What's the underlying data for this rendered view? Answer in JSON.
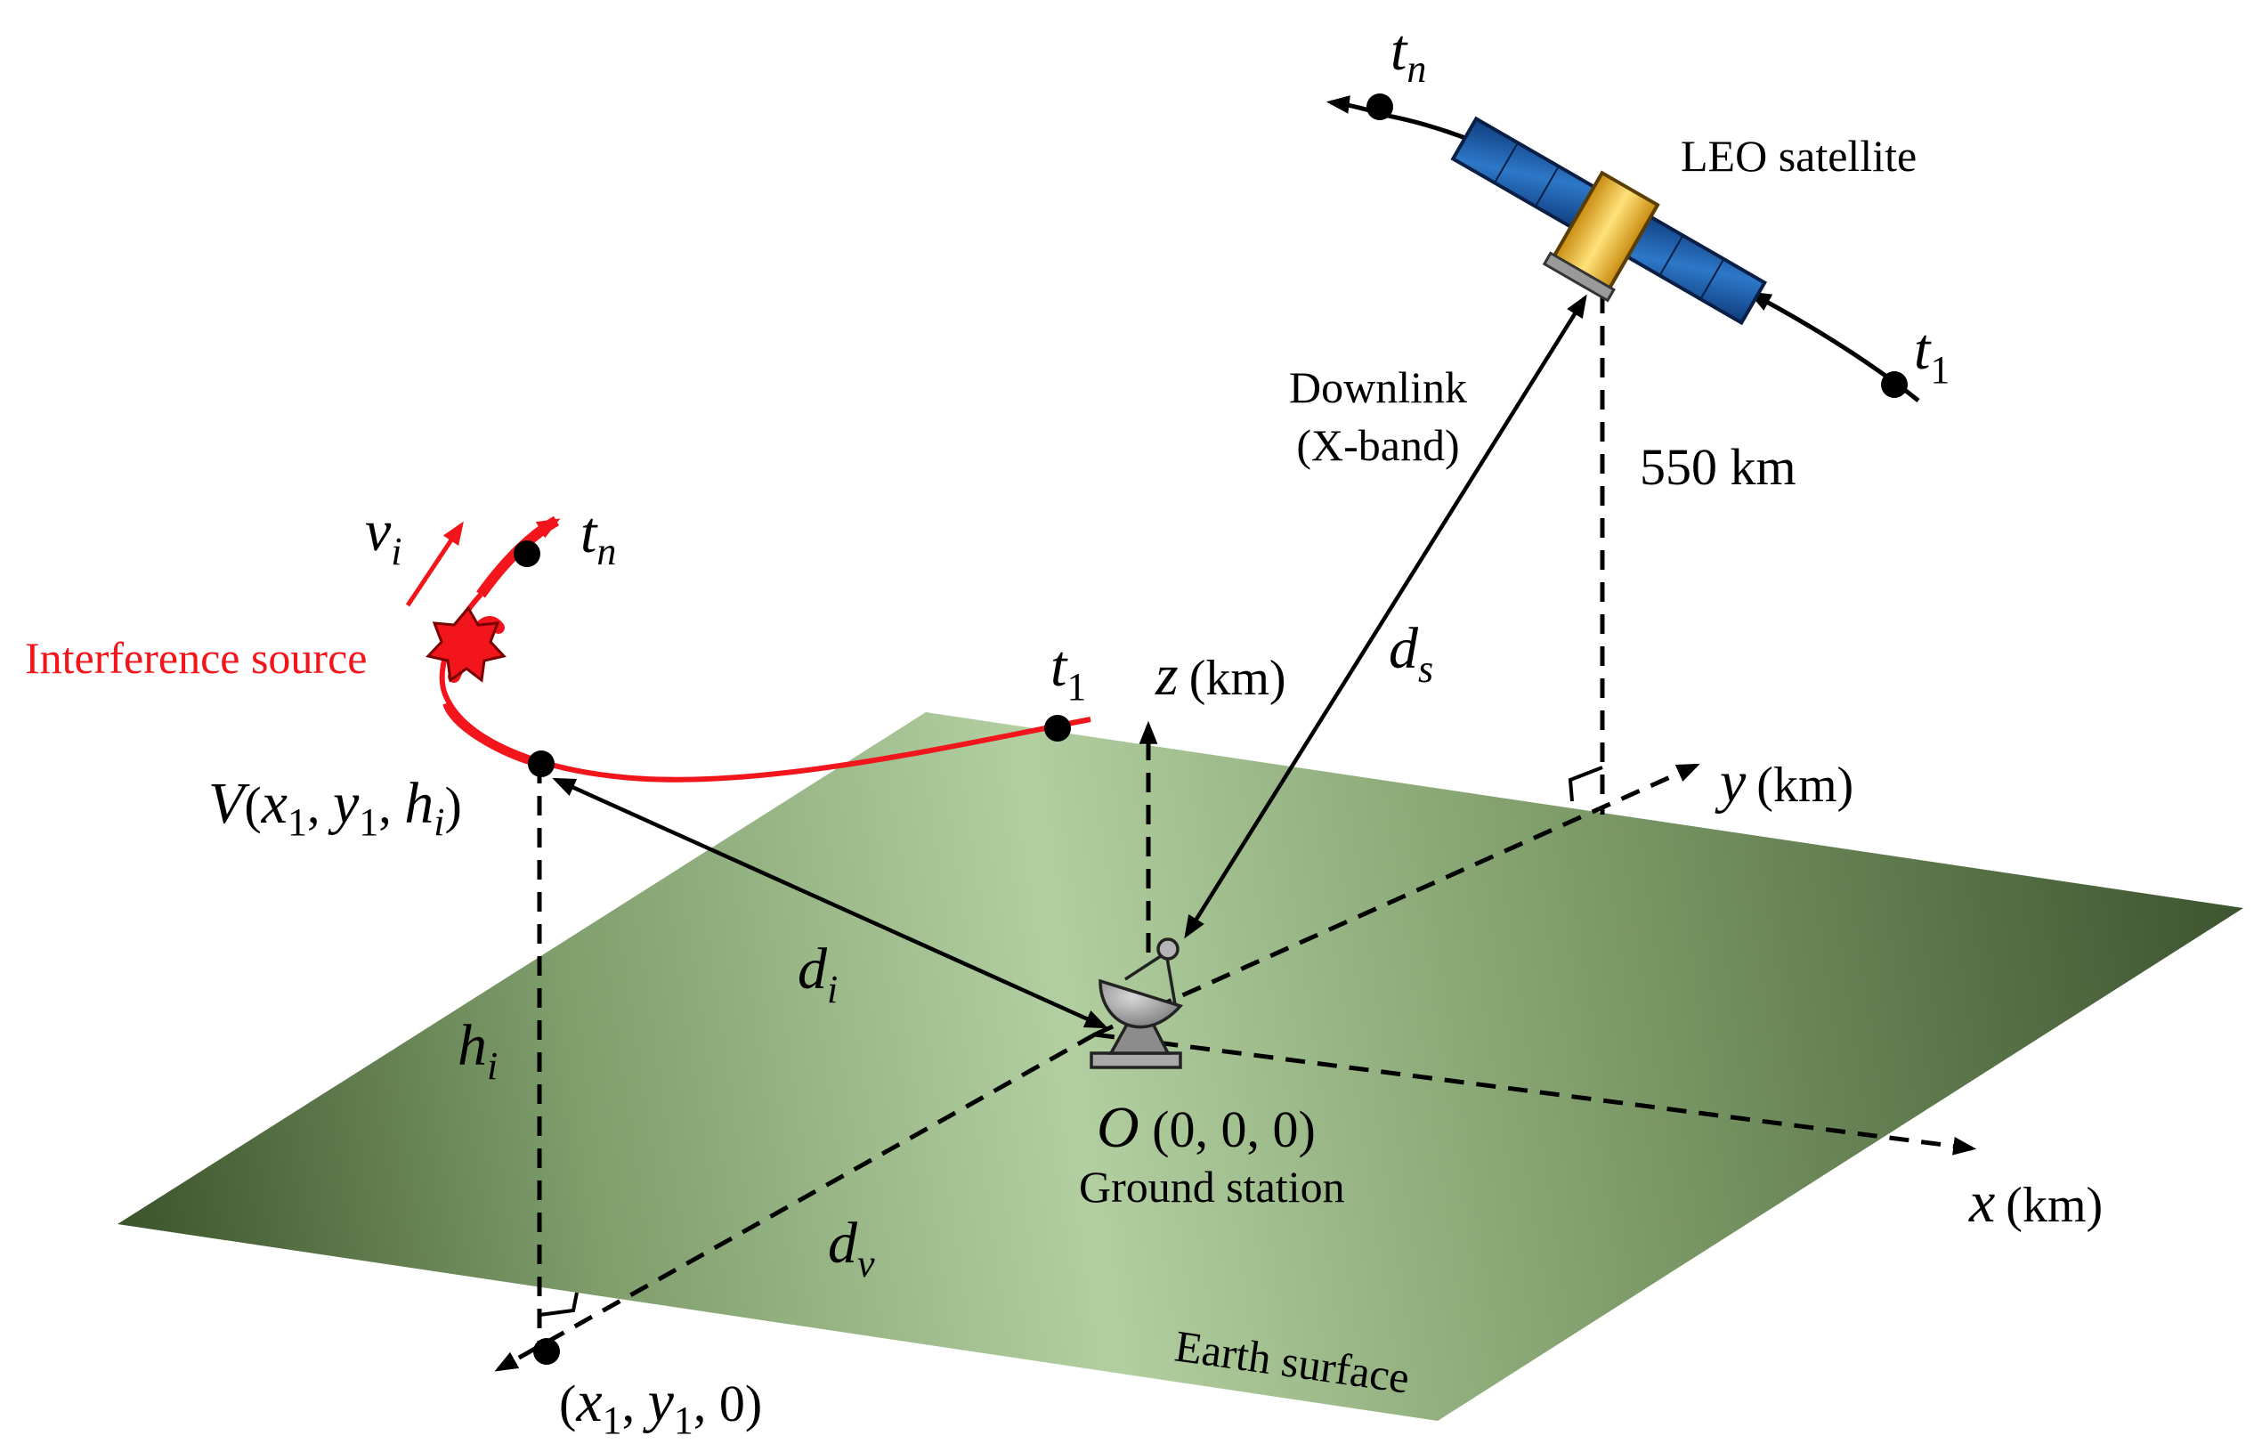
{
  "labels": {
    "satellite": "LEO satellite",
    "downlink_line1": "Downlink",
    "downlink_line2": "(X-band)",
    "altitude": "550 km",
    "interference_source": "Interference source",
    "ground_station": "Ground station",
    "earth_surface": "Earth surface",
    "z_unit": "(km)",
    "y_unit": "(km)",
    "x_unit": "(km)"
  },
  "symbols": {
    "t": "t",
    "sub_n": "n",
    "sub_1": "1",
    "d": "d",
    "sub_s": "s",
    "sub_i": "i",
    "sub_v": "v",
    "h": "h",
    "v": "v",
    "z": "z",
    "y": "y",
    "x": "x",
    "O": "O",
    "origin_coords": " (0, 0, 0)"
  },
  "point_V": {
    "name": "V",
    "open": "(",
    "x": "x",
    "x_sub": "1",
    "sep1": ", ",
    "y": "y",
    "y_sub": "1",
    "sep2": ", ",
    "h": "h",
    "h_sub": "i",
    "close": ")"
  },
  "point_ground": {
    "open": "(",
    "x": "x",
    "x_sub": "1",
    "sep1": ", ",
    "y": "y",
    "y_sub": "1",
    "tail": ", 0)"
  },
  "colors": {
    "plane_light": "#b2cfa1",
    "plane_dark": "#3b532b",
    "interference": "#f2151b",
    "panel_blue": "#1b58a8",
    "satellite_gold": "#f3bc2a"
  }
}
